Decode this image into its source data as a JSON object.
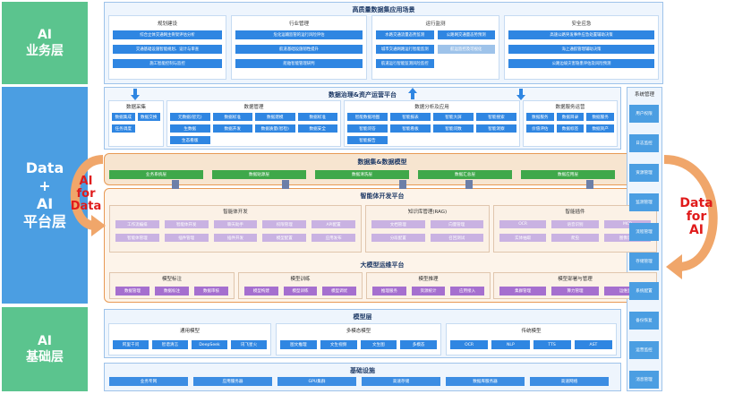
{
  "left_labels": [
    {
      "text": "AI\n业务层"
    },
    {
      "text": "Data\n+\nAI\n平台层"
    },
    {
      "text": "AI\n基础层"
    }
  ],
  "business": {
    "title": "高质量数据集应用场景",
    "cards": [
      {
        "title": "规划建设",
        "items": [
          "综合立体交通网主骨架评估分析",
          "交通基础设施智能规划、设计与审查",
          "施工智能控制与监控"
        ]
      },
      {
        "title": "行业管理",
        "items": [
          "危化运输监管的运行风险评估",
          "航道基础设施韧性提升",
          "船舶智能管理研判"
        ]
      },
      {
        "title": "运行监测",
        "items": [
          "水路交通流量态势监测",
          "公路网交通量态势预测",
          "城市交通网路运行智能监测",
          "航运监控及可视化",
          "航道运行智能监测风险监控"
        ]
      },
      {
        "title": "安全应急",
        "items": [
          "高速公路突发事件应急处置辅助决策",
          "海上通航管理辅助决策",
          "公路边坡灾害隐患评估及风险预测"
        ]
      }
    ]
  },
  "governance": {
    "title": "数据治理&资产运营平台",
    "cards": [
      {
        "title": "数据采集",
        "items": [
          "数据集成",
          "数据交换",
          "任务调度"
        ]
      },
      {
        "title": "数据管理",
        "items": [
          "元数据(智元)",
          "数据标准",
          "数据建模",
          "数据标准",
          "生数据",
          "数据开发",
          "数据质量(智检)",
          "数据安全",
          "生态看版"
        ]
      },
      {
        "title": "数据分析及应用",
        "items": [
          "智能数据地图",
          "智能报表",
          "智能大屏",
          "智能搜索",
          "智能问答",
          "智能看板",
          "智能问数",
          "智能洞察",
          "智能报告"
        ]
      },
      {
        "title": "数据服务运营",
        "items": [
          "数据服务",
          "数据目录",
          "数据服务",
          "价值评估",
          "数据标签",
          "数据资产"
        ]
      }
    ]
  },
  "dataset": {
    "title": "数据集&数据模型",
    "items": [
      "业务系统层",
      "数据贴源层",
      "数据清洗层",
      "数据汇总层",
      "数据应用层"
    ]
  },
  "agent": {
    "title": "智能体开发平台",
    "groups": [
      {
        "title": "智能体开发",
        "items": [
          "工作流编排",
          "智能体开发",
          "聊天助手",
          "权限管理",
          "API配置",
          "智能体管理",
          "插件管理",
          "插件开发",
          "模型配置",
          "应用发布"
        ]
      },
      {
        "title": "知识库管理(RAG)",
        "items": [
          "文档管理",
          "向量管理",
          "分段配置",
          "召回测试"
        ]
      },
      {
        "title": "智能插件",
        "items": [
          "OCR",
          "语音识别",
          "MCP",
          "实体抽取",
          "爬虫",
          "图像识别"
        ]
      }
    ]
  },
  "mlops": {
    "title": "大模型运维平台",
    "groups": [
      {
        "title": "模型标注",
        "items": [
          "数据管理",
          "数据标注",
          "数据审核"
        ]
      },
      {
        "title": "模型训练",
        "items": [
          "模型构建",
          "模型训练",
          "模型调优"
        ]
      },
      {
        "title": "模型推理",
        "items": [
          "推理服务",
          "资源统计",
          "应用接入"
        ]
      },
      {
        "title": "模型部署与管理",
        "items": [
          "集群管理",
          "算力管理",
          "运维监控"
        ]
      }
    ]
  },
  "model_layer": {
    "title": "模型层",
    "groups": [
      {
        "title": "通用模型",
        "items": [
          "阿里千问",
          "智谱清言",
          "DeepSeek",
          "讯飞星火"
        ]
      },
      {
        "title": "多模态模型",
        "items": [
          "图文推理",
          "文生视频",
          "文生图",
          "多模态"
        ]
      },
      {
        "title": "传统模型",
        "items": [
          "OCR",
          "NLP",
          "TTS",
          "AST"
        ]
      }
    ]
  },
  "infra": {
    "title": "基础设施",
    "items": [
      "业务专网",
      "应用服务器",
      "GPU集群",
      "高速存储",
      "数据库服务器",
      "高速网络"
    ]
  },
  "system": {
    "title": "系统管理",
    "items": [
      "用户权限",
      "日志监控",
      "资源管理",
      "监测管理",
      "流程管理",
      "存储管理",
      "系统配置",
      "备份恢复",
      "运营监控",
      "消息管理"
    ]
  },
  "callouts": {
    "left": "AI\nfor\nData",
    "right": "Data\nfor\nAI"
  },
  "colors": {
    "accent": "#2f86e2",
    "green": "#3fa84a",
    "purple": "#a56fcf",
    "orange": "#e89a55",
    "label_green": "#5bc48e",
    "label_blue": "#4b9ee2"
  },
  "icons": [
    "arrow-down-icon",
    "arrow-up-icon",
    "arrow-curved-left-icon",
    "arrow-curved-right-icon"
  ]
}
